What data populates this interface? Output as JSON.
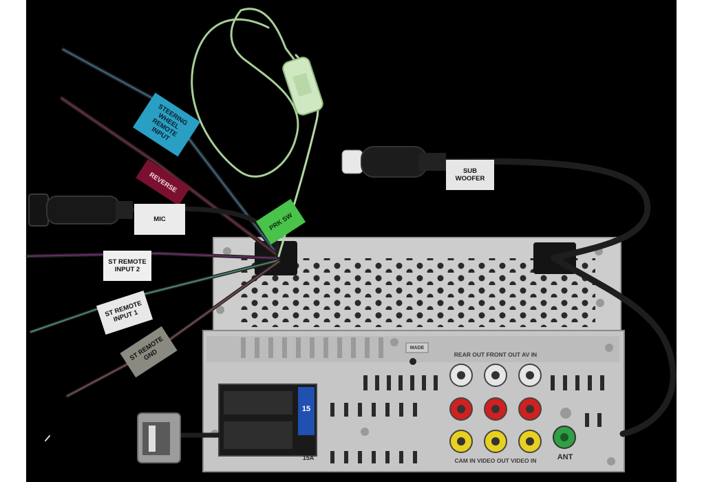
{
  "labels": {
    "steering": "STEERING\nWHEEL\nREMOTE\nINPUT",
    "reverse": "REVERSE",
    "mic": "MIC",
    "prk_sw": "PRK SW",
    "st_remote_input_2": "ST REMOTE\nINPUT 2",
    "st_remote_input_1": "ST REMOTE\nINPUT 1",
    "st_remote_gnd": "ST REMOTE\nGND",
    "sub_woofer": "SUB\nWOOFER"
  },
  "panel_text": {
    "top_row": "REAR OUT  FRONT OUT  AV IN",
    "bottom_row": "CAM IN   VIDEO OUT  VIDEO IN",
    "ant": "ANT",
    "fuse": "15",
    "fuse_rating": "15A",
    "badge": "MADE"
  },
  "colors": {
    "background": "#000000",
    "chassis": "#cfcfcf",
    "steering_tag": "#2a9fc4",
    "reverse_tag": "#7a1030",
    "prk_tag": "#49c34a",
    "gray_tag": "#8a8a80",
    "rca_red": "#d02020",
    "rca_yellow": "#e8d020",
    "rca_white": "#f0f0f0",
    "ant_green": "#2fa045",
    "fuse_blue": "#2050b0"
  }
}
